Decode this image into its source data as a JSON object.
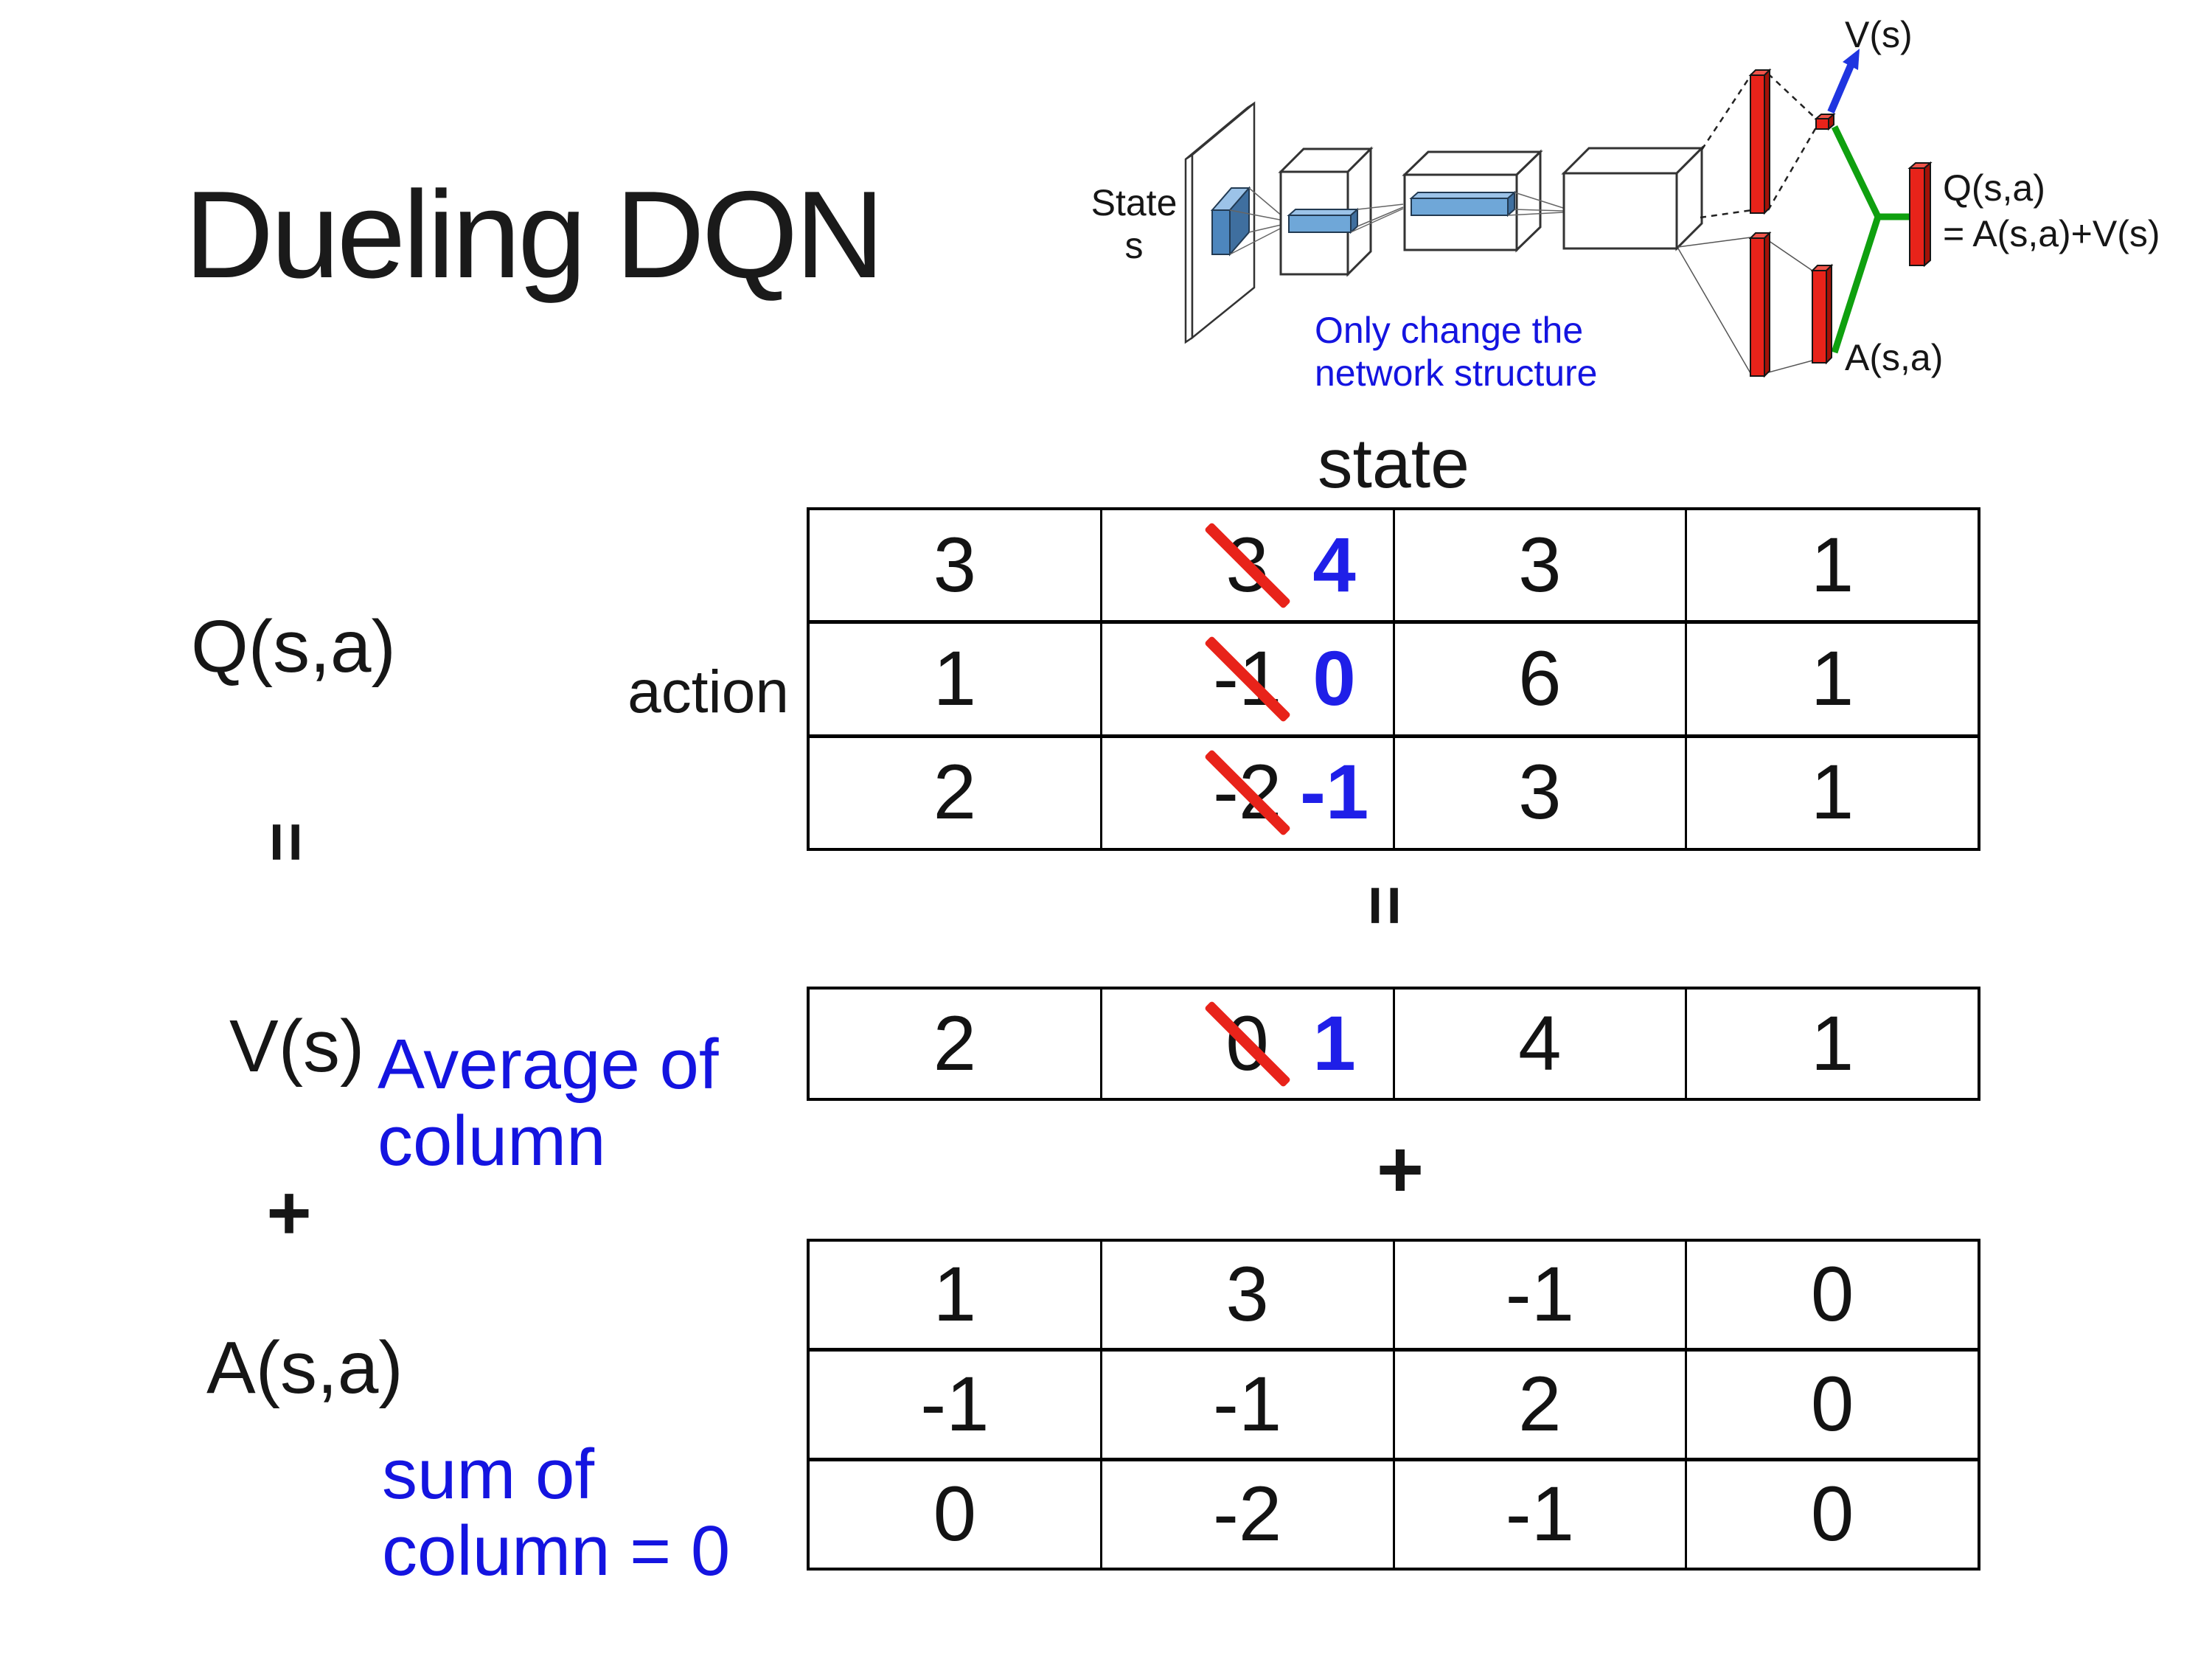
{
  "title": "Dueling DQN",
  "diagram": {
    "state_line1": "State",
    "state_line2": "s",
    "note_line1": "Only change the",
    "note_line2": "network structure",
    "v_out": "V(s)",
    "a_out": "A(s,a)",
    "q_out_line1": "Q(s,a)",
    "q_out_line2": "= A(s,a)+V(s)"
  },
  "labels": {
    "q": "Q(s,a)",
    "action": "action",
    "state": "state",
    "equals_left": "=",
    "equals_center": "=",
    "v": "V(s)",
    "v_note_line1": "Average of",
    "v_note_line2": "column",
    "plus_left": "+",
    "plus_center": "+",
    "a": "A(s,a)",
    "a_note_line1": "sum of",
    "a_note_line2": "column = 0"
  },
  "colors": {
    "blue_text": "#1414e0",
    "blue_value": "#1f1fe8",
    "red": "#e8231a",
    "green": "#0fa00f",
    "arrow_blue": "#1f35e0",
    "box_blue": "#6fa7d8"
  },
  "tables": {
    "q": {
      "rows": [
        {
          "cells": [
            {
              "v": "3"
            },
            {
              "old": "3",
              "new": "4"
            },
            {
              "v": "3"
            },
            {
              "v": "1"
            }
          ]
        },
        {
          "cells": [
            {
              "v": "1"
            },
            {
              "old": "-1",
              "new": "0"
            },
            {
              "v": "6"
            },
            {
              "v": "1"
            }
          ]
        },
        {
          "cells": [
            {
              "v": "2"
            },
            {
              "old": "-2",
              "new": "-1"
            },
            {
              "v": "3"
            },
            {
              "v": "1"
            }
          ]
        }
      ]
    },
    "v": {
      "rows": [
        {
          "cells": [
            {
              "v": "2"
            },
            {
              "old": "0",
              "new": "1"
            },
            {
              "v": "4"
            },
            {
              "v": "1"
            }
          ]
        }
      ]
    },
    "a": {
      "rows": [
        {
          "cells": [
            {
              "v": "1"
            },
            {
              "v": "3"
            },
            {
              "v": "-1"
            },
            {
              "v": "0"
            }
          ]
        },
        {
          "cells": [
            {
              "v": "-1"
            },
            {
              "v": "-1"
            },
            {
              "v": "2"
            },
            {
              "v": "0"
            }
          ]
        },
        {
          "cells": [
            {
              "v": "0"
            },
            {
              "v": "-2"
            },
            {
              "v": "-1"
            },
            {
              "v": "0"
            }
          ]
        }
      ]
    }
  }
}
